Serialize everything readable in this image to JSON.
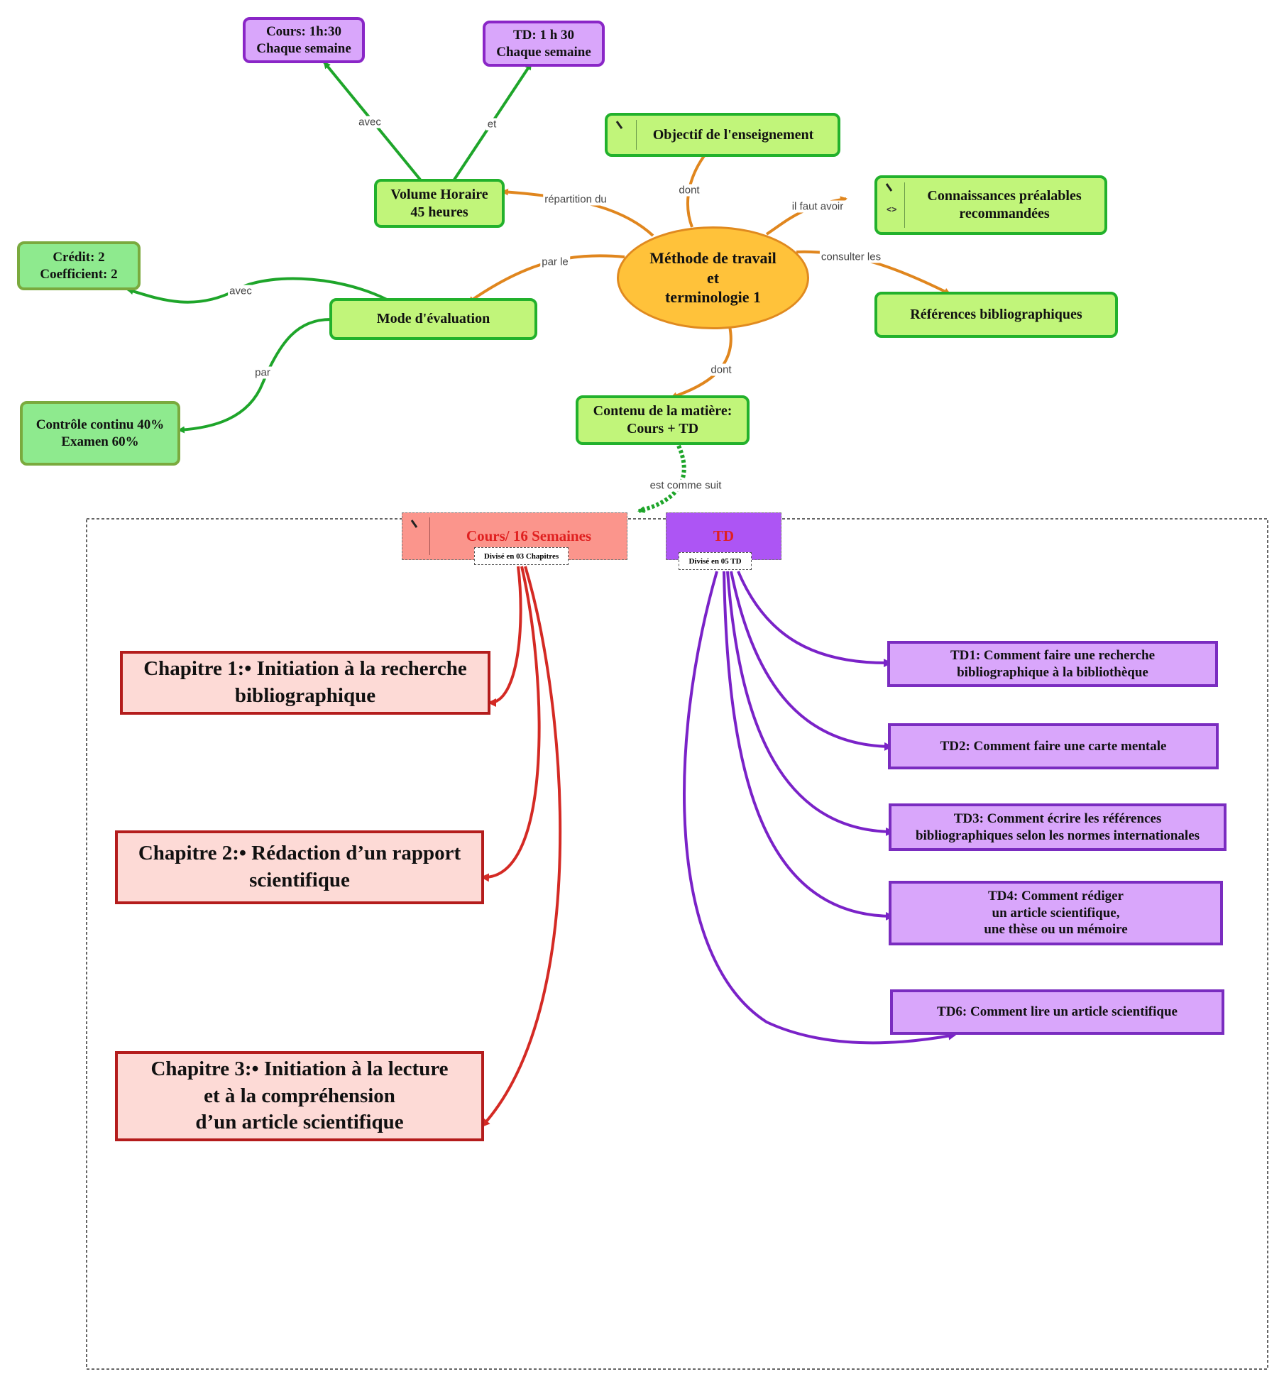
{
  "center": "Méthode de travail\net\nterminologie 1",
  "nodes": {
    "cours_time": "Cours: 1h:30\nChaque semaine",
    "td_time": "TD: 1 h 30\nChaque semaine",
    "objectif": "Objectif de l'enseignement",
    "volume": "Volume Horaire\n45 heures",
    "connaissances": "Connaissances préalables\nrecommandées",
    "credit": "Crédit: 2\nCoefficient: 2",
    "mode": "Mode d'évaluation",
    "references": "Références bibliographiques",
    "controle": "Contrôle continu 40%\nExamen  60%",
    "contenu": "Contenu de la matière:\nCours + TD"
  },
  "edge_labels": {
    "avec1": "avec",
    "et": "et",
    "dont1": "dont",
    "repartition": "répartition du",
    "il_faut": "il faut avoir",
    "par_le": "par le",
    "consulter": "consulter les",
    "avec2": "avec",
    "par": "par",
    "dont2": "dont",
    "est_comme": "est comme suit"
  },
  "cours_header": {
    "title": "Cours/ 16 Semaines",
    "sub": "Divisé en 03 Chapitres"
  },
  "td_header": {
    "title": "TD",
    "sub": "Divisé en 05 TD"
  },
  "chapters": [
    "Chapitre 1:• Initiation à la recherche\nbibliographique",
    "Chapitre 2:• Rédaction d’un rapport\nscientifique",
    "Chapitre 3:• Initiation à la lecture\net à la compréhension\nd’un article scientifique"
  ],
  "tds": [
    "TD1: Comment faire une recherche\nbibliographique à la bibliothèque",
    "TD2: Comment faire une carte mentale",
    "TD3: Comment écrire les références\nbibliographiques selon les normes internationales",
    "TD4: Comment rédiger\nun article scientifique,\nune thèse ou un mémoire",
    "TD6: Comment lire un article scientifique"
  ],
  "colors": {
    "green_edge": "#1ea52a",
    "orange_edge": "#e0861e",
    "red_edge": "#d42a24",
    "purple_edge": "#7a22c8",
    "cours_header_bg": "#fb958c",
    "cours_header_text": "#e02020",
    "td_header_bg": "#ad55f4",
    "td_header_text": "#e02020"
  },
  "icons": [
    "pen-icon",
    "code-icon"
  ]
}
